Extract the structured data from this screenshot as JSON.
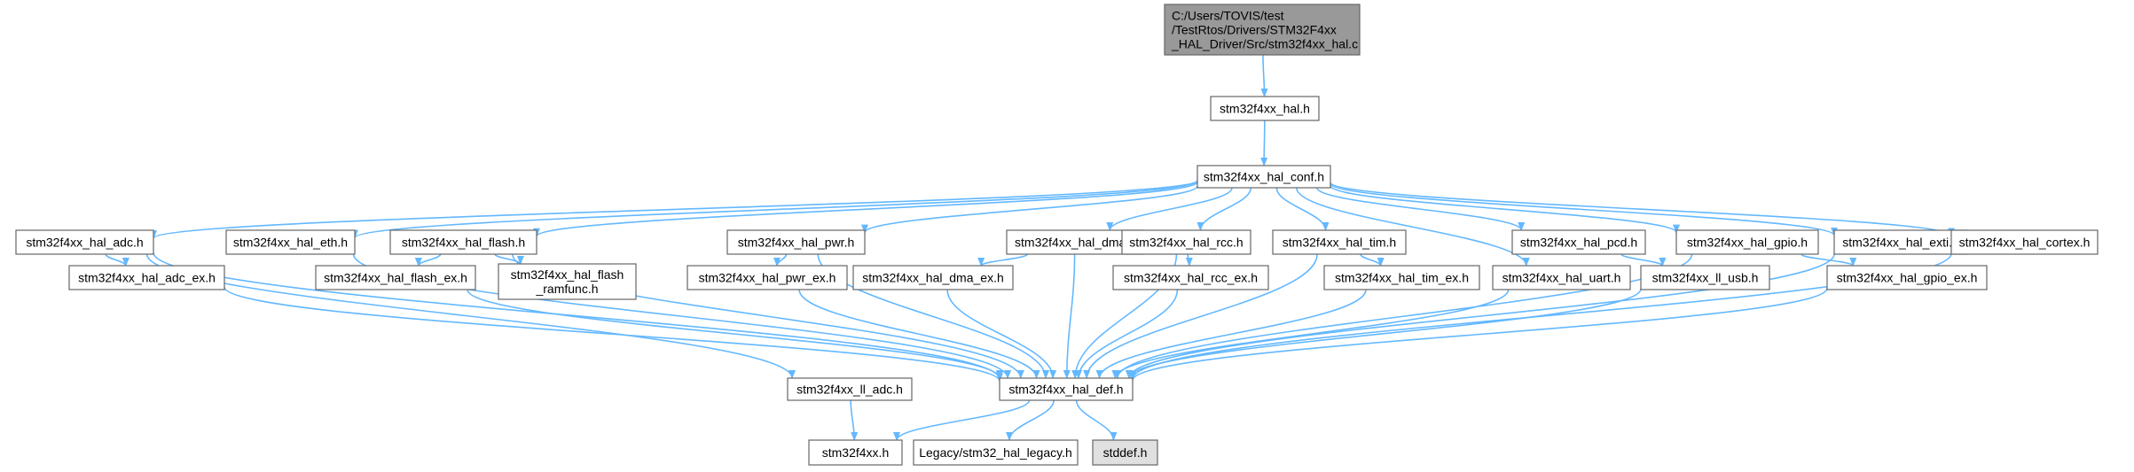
{
  "diagram": {
    "edge_color": "#63b8ff",
    "node_fill": "#ffffff",
    "root_fill": "#999999",
    "ext_fill": "#e0e0e0",
    "nodes": [
      {
        "id": "root",
        "lines": [
          "C:/Users/TOVIS/test",
          "/TestRtos/Drivers/STM32F4xx",
          "_HAL_Driver/Src/stm32f4xx_hal.c"
        ],
        "style": "root"
      },
      {
        "id": "hal",
        "lines": [
          "stm32f4xx_hal.h"
        ],
        "style": "normal"
      },
      {
        "id": "conf",
        "lines": [
          "stm32f4xx_hal_conf.h"
        ],
        "style": "normal"
      },
      {
        "id": "adc",
        "lines": [
          "stm32f4xx_hal_adc.h"
        ],
        "style": "normal"
      },
      {
        "id": "eth",
        "lines": [
          "stm32f4xx_hal_eth.h"
        ],
        "style": "normal"
      },
      {
        "id": "flash",
        "lines": [
          "stm32f4xx_hal_flash.h"
        ],
        "style": "normal"
      },
      {
        "id": "pwr",
        "lines": [
          "stm32f4xx_hal_pwr.h"
        ],
        "style": "normal"
      },
      {
        "id": "dma",
        "lines": [
          "stm32f4xx_hal_dma.h"
        ],
        "style": "normal"
      },
      {
        "id": "rcc",
        "lines": [
          "stm32f4xx_hal_rcc.h"
        ],
        "style": "normal"
      },
      {
        "id": "tim",
        "lines": [
          "stm32f4xx_hal_tim.h"
        ],
        "style": "normal"
      },
      {
        "id": "pcd",
        "lines": [
          "stm32f4xx_hal_pcd.h"
        ],
        "style": "normal"
      },
      {
        "id": "gpio",
        "lines": [
          "stm32f4xx_hal_gpio.h"
        ],
        "style": "normal"
      },
      {
        "id": "exti",
        "lines": [
          "stm32f4xx_hal_exti.h"
        ],
        "style": "normal"
      },
      {
        "id": "cortex",
        "lines": [
          "stm32f4xx_hal_cortex.h"
        ],
        "style": "normal"
      },
      {
        "id": "adc_ex",
        "lines": [
          "stm32f4xx_hal_adc_ex.h"
        ],
        "style": "normal"
      },
      {
        "id": "flash_ex",
        "lines": [
          "stm32f4xx_hal_flash_ex.h"
        ],
        "style": "normal"
      },
      {
        "id": "ramfunc",
        "lines": [
          "stm32f4xx_hal_flash",
          "_ramfunc.h"
        ],
        "style": "normal"
      },
      {
        "id": "pwr_ex",
        "lines": [
          "stm32f4xx_hal_pwr_ex.h"
        ],
        "style": "normal"
      },
      {
        "id": "dma_ex",
        "lines": [
          "stm32f4xx_hal_dma_ex.h"
        ],
        "style": "normal"
      },
      {
        "id": "rcc_ex",
        "lines": [
          "stm32f4xx_hal_rcc_ex.h"
        ],
        "style": "normal"
      },
      {
        "id": "tim_ex",
        "lines": [
          "stm32f4xx_hal_tim_ex.h"
        ],
        "style": "normal"
      },
      {
        "id": "uart",
        "lines": [
          "stm32f4xx_hal_uart.h"
        ],
        "style": "normal"
      },
      {
        "id": "ll_usb",
        "lines": [
          "stm32f4xx_ll_usb.h"
        ],
        "style": "normal"
      },
      {
        "id": "gpio_ex",
        "lines": [
          "stm32f4xx_hal_gpio_ex.h"
        ],
        "style": "normal"
      },
      {
        "id": "ll_adc",
        "lines": [
          "stm32f4xx_ll_adc.h"
        ],
        "style": "normal"
      },
      {
        "id": "def",
        "lines": [
          "stm32f4xx_hal_def.h"
        ],
        "style": "normal"
      },
      {
        "id": "stm32f4xx",
        "lines": [
          "stm32f4xx.h"
        ],
        "style": "normal"
      },
      {
        "id": "legacy",
        "lines": [
          "Legacy/stm32_hal_legacy.h"
        ],
        "style": "normal"
      },
      {
        "id": "stddef",
        "lines": [
          "stddef.h"
        ],
        "style": "ext"
      }
    ],
    "edges": [
      {
        "from": "root",
        "to": "hal"
      },
      {
        "from": "hal",
        "to": "conf"
      },
      {
        "from": "conf",
        "to": "adc"
      },
      {
        "from": "conf",
        "to": "eth"
      },
      {
        "from": "conf",
        "to": "flash"
      },
      {
        "from": "conf",
        "to": "pwr"
      },
      {
        "from": "conf",
        "to": "dma"
      },
      {
        "from": "conf",
        "to": "rcc"
      },
      {
        "from": "conf",
        "to": "tim"
      },
      {
        "from": "conf",
        "to": "uart"
      },
      {
        "from": "conf",
        "to": "pcd"
      },
      {
        "from": "conf",
        "to": "gpio"
      },
      {
        "from": "conf",
        "to": "exti"
      },
      {
        "from": "conf",
        "to": "cortex"
      },
      {
        "from": "adc",
        "to": "adc_ex"
      },
      {
        "from": "adc",
        "to": "def"
      },
      {
        "from": "adc",
        "to": "ll_adc"
      },
      {
        "from": "eth",
        "to": "def"
      },
      {
        "from": "flash",
        "to": "flash_ex"
      },
      {
        "from": "flash",
        "to": "ramfunc"
      },
      {
        "from": "flash",
        "to": "def"
      },
      {
        "from": "pwr",
        "to": "pwr_ex"
      },
      {
        "from": "pwr",
        "to": "def"
      },
      {
        "from": "dma",
        "to": "dma_ex"
      },
      {
        "from": "dma",
        "to": "def"
      },
      {
        "from": "rcc",
        "to": "rcc_ex"
      },
      {
        "from": "rcc",
        "to": "def"
      },
      {
        "from": "tim",
        "to": "tim_ex"
      },
      {
        "from": "tim",
        "to": "def"
      },
      {
        "from": "pcd",
        "to": "ll_usb"
      },
      {
        "from": "gpio",
        "to": "gpio_ex"
      },
      {
        "from": "gpio",
        "to": "def"
      },
      {
        "from": "exti",
        "to": "def"
      },
      {
        "from": "cortex",
        "to": "def"
      },
      {
        "from": "adc_ex",
        "to": "def"
      },
      {
        "from": "flash_ex",
        "to": "def"
      },
      {
        "from": "pwr_ex",
        "to": "def"
      },
      {
        "from": "dma_ex",
        "to": "def"
      },
      {
        "from": "rcc_ex",
        "to": "def"
      },
      {
        "from": "tim_ex",
        "to": "def"
      },
      {
        "from": "uart",
        "to": "def"
      },
      {
        "from": "ll_usb",
        "to": "def"
      },
      {
        "from": "gpio_ex",
        "to": "def"
      },
      {
        "from": "ll_adc",
        "to": "stm32f4xx"
      },
      {
        "from": "def",
        "to": "stm32f4xx"
      },
      {
        "from": "def",
        "to": "legacy"
      },
      {
        "from": "def",
        "to": "stddef"
      }
    ]
  }
}
